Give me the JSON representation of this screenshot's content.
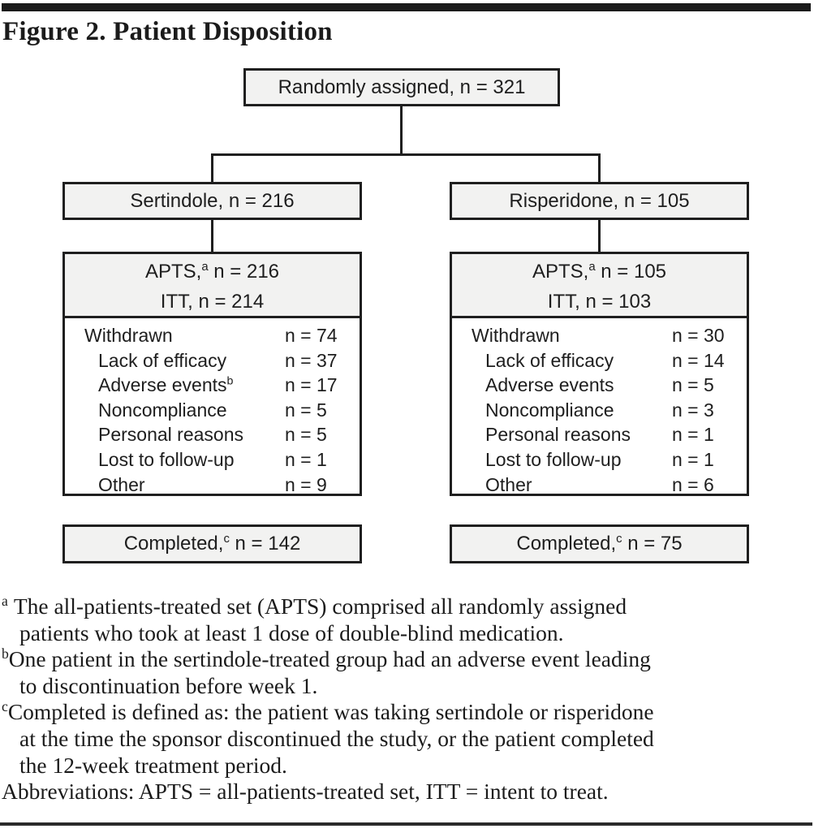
{
  "title": "Figure 2. Patient Disposition",
  "colors": {
    "box_fill": "#f2f2f1",
    "line_and_border": "#1f1f1f",
    "text": "#1b1b1b",
    "background": "#ffffff"
  },
  "flow": {
    "randomized": "Randomly assigned, n = 321",
    "arms": [
      {
        "group": "Sertindole, n = 216",
        "apts_prefix": "APTS,",
        "apts_sup": "a",
        "apts_rest": " n = 216",
        "itt": "ITT, n = 214",
        "rows": [
          {
            "label": "Withdrawn",
            "sup": "",
            "value": "n = 74"
          },
          {
            "label": "Lack of efficacy",
            "sup": "",
            "value": "n = 37"
          },
          {
            "label": "Adverse events",
            "sup": "b",
            "value": "n = 17"
          },
          {
            "label": "Noncompliance",
            "sup": "",
            "value": "n = 5"
          },
          {
            "label": "Personal reasons",
            "sup": "",
            "value": "n = 5"
          },
          {
            "label": "Lost to follow-up",
            "sup": "",
            "value": "n = 1"
          },
          {
            "label": "Other",
            "sup": "",
            "value": "n = 9"
          }
        ],
        "completed_prefix": "Completed,",
        "completed_sup": "c",
        "completed_rest": " n = 142"
      },
      {
        "group": "Risperidone, n = 105",
        "apts_prefix": "APTS,",
        "apts_sup": "a",
        "apts_rest": " n = 105",
        "itt": "ITT, n = 103",
        "rows": [
          {
            "label": "Withdrawn",
            "sup": "",
            "value": "n = 30"
          },
          {
            "label": "Lack of efficacy",
            "sup": "",
            "value": "n = 14"
          },
          {
            "label": "Adverse events",
            "sup": "",
            "value": "n = 5"
          },
          {
            "label": "Noncompliance",
            "sup": "",
            "value": "n = 3"
          },
          {
            "label": "Personal reasons",
            "sup": "",
            "value": "n = 1"
          },
          {
            "label": "Lost to follow-up",
            "sup": "",
            "value": "n = 1"
          },
          {
            "label": "Other",
            "sup": "",
            "value": "n = 6"
          }
        ],
        "completed_prefix": "Completed,",
        "completed_sup": "c",
        "completed_rest": " n = 75"
      }
    ]
  },
  "footnotes": [
    {
      "marker": "a",
      "lines": [
        "The all-patients-treated set (APTS) comprised all randomly assigned",
        "patients who took at least 1 dose of double-blind medication."
      ]
    },
    {
      "marker": "b",
      "lines": [
        "One patient in the sertindole-treated group had an adverse event leading",
        "to discontinuation before week 1."
      ]
    },
    {
      "marker": "c",
      "lines": [
        "Completed is defined as: the patient was taking sertindole or risperidone",
        "at the time the sponsor discontinued the study, or the patient completed",
        "the 12-week treatment period."
      ]
    },
    {
      "marker": "",
      "lines": [
        "Abbreviations: APTS = all-patients-treated set, ITT = intent to treat."
      ]
    }
  ]
}
